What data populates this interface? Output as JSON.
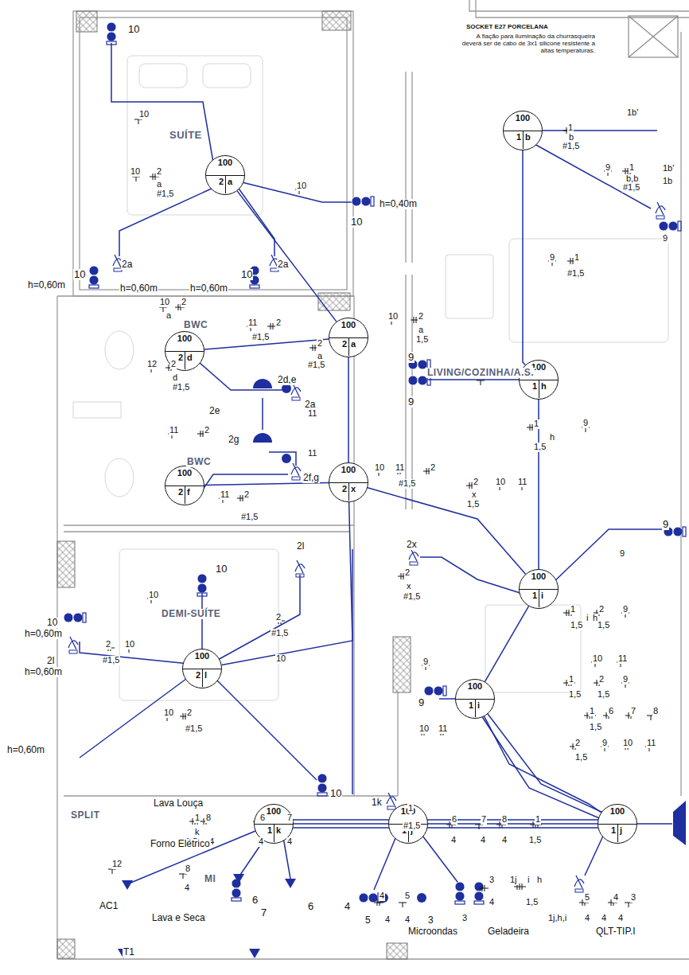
{
  "diagram": {
    "nodes": [
      {
        "text": [
          "100",
          "1",
          "b"
        ]
      },
      {
        "text": [
          "100",
          "2",
          "a"
        ]
      },
      {
        "text": [
          "100",
          "2",
          "a"
        ]
      },
      {
        "text": [
          "100",
          "2",
          "d"
        ]
      },
      {
        "text": [
          "100",
          "1",
          "h"
        ]
      },
      {
        "text": [
          "100",
          "2",
          "f"
        ]
      },
      {
        "text": [
          "100",
          "2",
          "x"
        ]
      },
      {
        "text": [
          "100",
          "1",
          "i"
        ]
      },
      {
        "text": [
          "100",
          "2",
          "l"
        ]
      },
      {
        "text": [
          "100",
          "1",
          "i"
        ]
      },
      {
        "text": [
          "100",
          "1",
          "k"
        ]
      },
      {
        "text": [
          "100",
          "1",
          "j"
        ]
      },
      {
        "text": [
          "100",
          "1",
          "j"
        ]
      }
    ],
    "edges": [
      {
        "from": 1,
        "to": 2,
        "arrow": "none"
      },
      {
        "from": 3,
        "to": 2,
        "arrow": "none"
      },
      {
        "from": 2,
        "to": 6,
        "arrow": "none"
      },
      {
        "from": 5,
        "to": 6,
        "arrow": "none"
      },
      {
        "from": 6,
        "to": 7,
        "arrow": "none"
      },
      {
        "from": 0,
        "to": 4,
        "arrow": "none"
      },
      {
        "from": 4,
        "to": 7,
        "arrow": "none"
      },
      {
        "from": 7,
        "to": 9,
        "arrow": "none"
      },
      {
        "from": 9,
        "to": 12,
        "arrow": "none"
      },
      {
        "from": 10,
        "to": 11,
        "arrow": "none"
      },
      {
        "from": 11,
        "to": 12,
        "arrow": "none"
      },
      {
        "from": 6,
        "to": 8,
        "arrow": "none"
      }
    ],
    "labels": [
      "SOCKET E27 PORCELANA",
      "A fiação para iluminação da churrasqueira deverá ser de cabo de 3x1 silicone resistente a altas temperaturas.",
      "1b'",
      "1b'",
      "1b",
      "9",
      "1",
      "b",
      "#1,5",
      "9",
      "1",
      "b,b",
      "#1,5",
      "9",
      "1",
      "#1,5",
      "10",
      "10",
      "SUÍTE",
      "10",
      "2",
      "a",
      "#1,5",
      "10",
      "h=0,40m",
      "10",
      "10",
      "2a",
      "h=0,60m",
      "h=0,60m",
      "h=0,60m",
      "10",
      "2a",
      "10",
      "2",
      "a",
      "BWC",
      "11",
      "2",
      "#1,5",
      "10",
      "2",
      "a",
      "1,5",
      "2",
      "a",
      "#1,5",
      "12",
      "2",
      "d",
      "#1,5",
      "2d,e",
      "2e",
      "2a",
      "11",
      "9",
      "LIVING/COZINHA/A.S.",
      "9",
      "1",
      "9",
      "h",
      "1,5",
      "11",
      "2",
      "2g",
      "11",
      "BWC",
      "2f,g",
      "10",
      "11",
      "2",
      "#1,5",
      "2",
      "10",
      "11",
      "x",
      "1,5",
      "11",
      "2",
      "#1,5",
      "9",
      "9",
      "2x",
      "2l",
      "10",
      "2",
      "x",
      "#1,5",
      "10",
      "DEMI-SUÍTE",
      "2",
      "#1,5",
      "10",
      "h=0,60m",
      "2l",
      "h=0,60m",
      "1",
      "i",
      "h",
      "2",
      "9",
      "1,5",
      "1,5",
      "10",
      "11",
      "9",
      "2",
      "10",
      "#1,5",
      "1",
      "2",
      "9",
      "1,5",
      "1,5",
      "9",
      "10",
      "1",
      "6",
      "7",
      "8",
      "1,5",
      "h=0,60m",
      "10",
      "2",
      "#1,5",
      "10",
      "10",
      "11",
      "2",
      "9",
      "10",
      "11",
      "1,5",
      "1k",
      "1",
      "#1,5",
      "Lava Louça",
      "SPLIT",
      "1",
      "8",
      "k",
      "1,5",
      "4",
      "6",
      "7",
      "4",
      "4",
      "6",
      "7",
      "8",
      "1",
      "4",
      "4",
      "4",
      "1,5",
      "Forno Elétrico",
      "12",
      "8",
      "4",
      "MI",
      "6",
      "7",
      "6",
      "4",
      "3",
      "4",
      "1j",
      "i",
      "h",
      "1,5",
      "AC1",
      "Lava e Seca",
      "4",
      "5",
      "5",
      "4",
      "4",
      "3",
      "3",
      "Microondas",
      "Geladeira",
      "QLT-TIP.I",
      "1j,h,i",
      "5",
      "4",
      "3",
      "4",
      "4",
      "4",
      "T1"
    ]
  }
}
